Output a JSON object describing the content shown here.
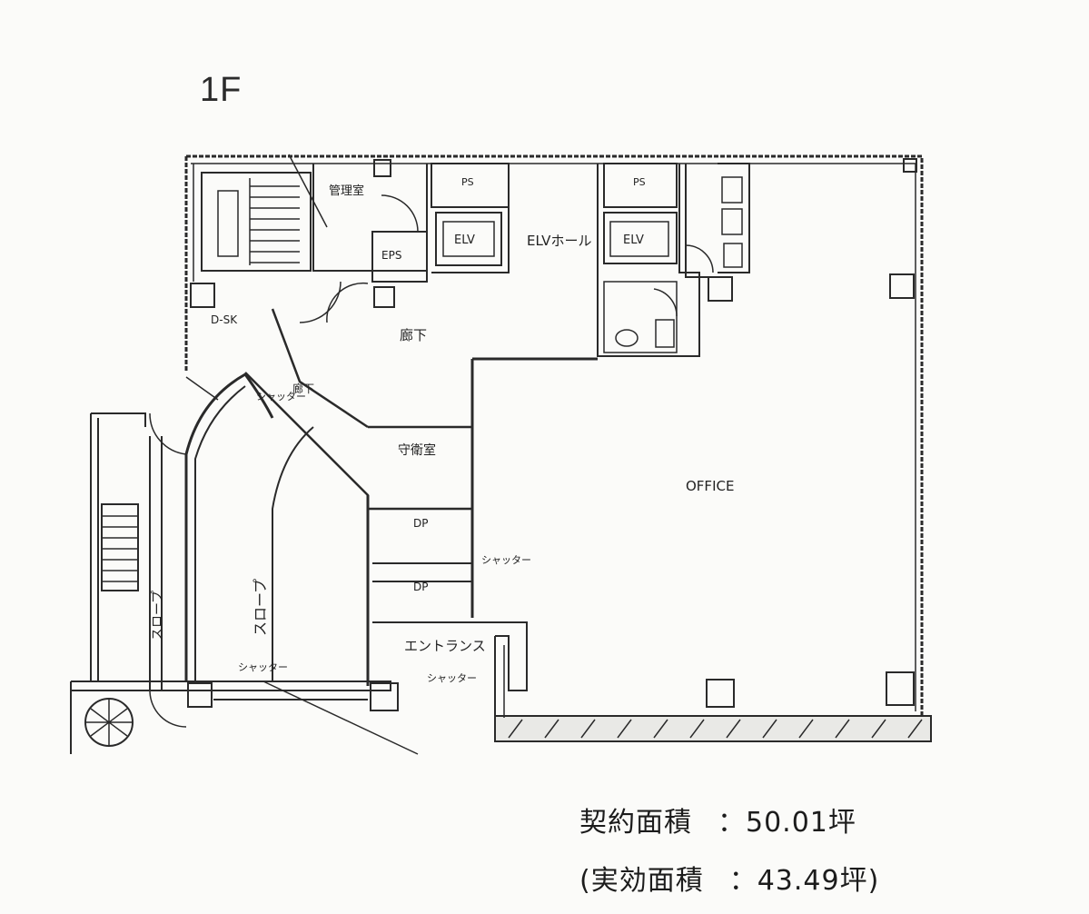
{
  "floor": "1F",
  "rooms": {
    "kanri": "管理室",
    "ev_left": "ELV",
    "ev_hall": "ELVホール",
    "ev_right": "ELV",
    "ep": "EPS",
    "rouka": "廊下",
    "rouka2": "廊下",
    "shutter_top": "シャッター",
    "shutter_mid": "シャッター",
    "shutter_bottom": "シャッター",
    "shutter_right": "シャッター",
    "office": "OFFICE",
    "entrance": "エントランス",
    "slope_left": "スロープ",
    "slope_mid": "スロープ",
    "jamuka": "守衛室",
    "dp1": "DP",
    "dp2": "DP",
    "small1": "PS",
    "small2": "PS",
    "dsk": "D-SK"
  },
  "area": {
    "contract_label": "契約面積",
    "contract_value": "：50.01坪",
    "effective_label": "(実効面積",
    "effective_value": "：43.49坪)"
  }
}
